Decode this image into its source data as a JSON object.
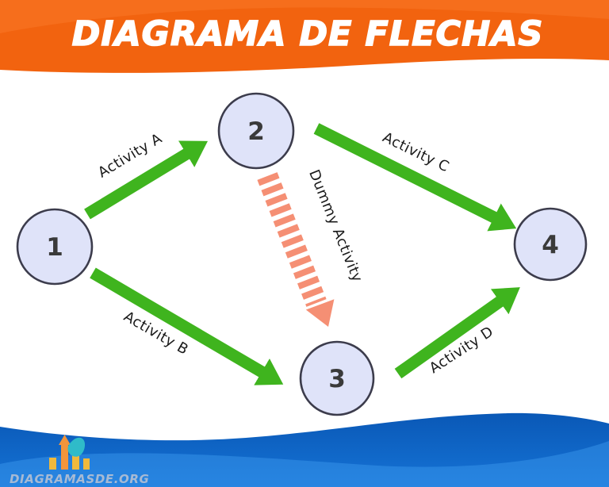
{
  "header": {
    "title": "DIAGRAMA DE FLECHAS",
    "colors": {
      "background": "#F2630F",
      "background_highlight": "#FB7D2C",
      "title_text": "#FFFFFF"
    }
  },
  "diagram": {
    "type": "arrow-network-diagram",
    "nodes": [
      {
        "id": "1",
        "label": "1"
      },
      {
        "id": "2",
        "label": "2"
      },
      {
        "id": "3",
        "label": "3"
      },
      {
        "id": "4",
        "label": "4"
      }
    ],
    "activities": [
      {
        "label": "Activity A",
        "from": "1",
        "to": "2",
        "style": "solid"
      },
      {
        "label": "Activity B",
        "from": "1",
        "to": "3",
        "style": "solid"
      },
      {
        "label": "Activity C",
        "from": "2",
        "to": "4",
        "style": "solid"
      },
      {
        "label": "Activity D",
        "from": "3",
        "to": "4",
        "style": "solid"
      },
      {
        "label": "Dummy Activity",
        "from": "2",
        "to": "3",
        "style": "striped"
      }
    ],
    "colors": {
      "activity_arrow": "#3FB41E",
      "dummy_arrow": "#F58F74",
      "node_fill": "#DFE3F9",
      "node_border": "#3C3C4C",
      "label_text": "#1A1A1A"
    }
  },
  "footer": {
    "site": "DIAGRAMASDE.ORG",
    "logo_icon": "bar-chart-arrow-logo",
    "colors": {
      "background": "#0B5FC2",
      "background_highlight": "#3D9BF0",
      "logo_orange": "#F2953B",
      "logo_amber": "#F0B93C",
      "logo_teal": "#2FBBC9",
      "text": "#AEBDD4"
    }
  }
}
